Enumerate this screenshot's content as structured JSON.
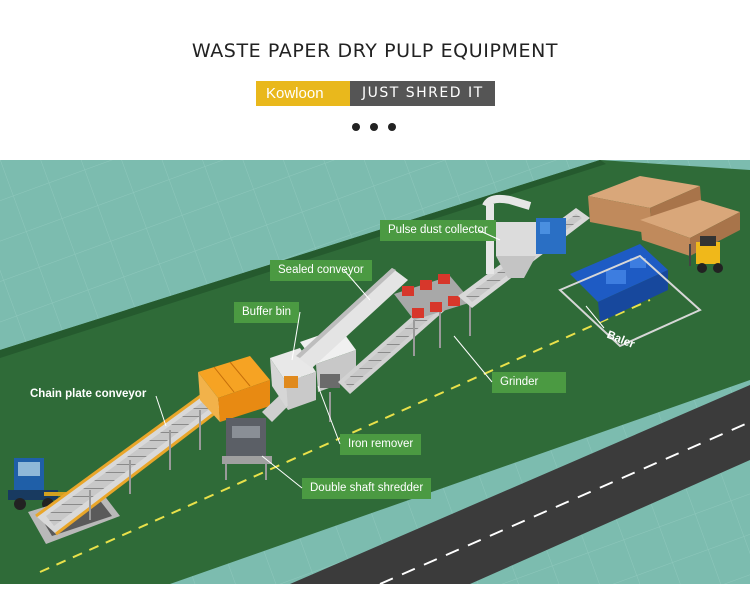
{
  "header": {
    "title": "WASTE PAPER DRY PULP EQUIPMENT",
    "brand": "Kowloon",
    "slogan": "JUST SHRED IT"
  },
  "colors": {
    "ground": "#6fb3a6",
    "floor": "#2f6b38",
    "road": "#3a3a3a",
    "machine_orange": "#f39a1c",
    "baler_blue": "#1e5bc4",
    "label_green": "#4b9a42",
    "brand_yellow": "#e9b81c"
  },
  "labels": {
    "chain_plate_conveyor": "Chain plate conveyor",
    "buffer_bin": "Buffer bin",
    "sealed_conveyor": "Sealed conveyor",
    "pulse_dust_collector": "Pulse dust collector",
    "baler": "Baler",
    "grinder": "Grinder",
    "iron_remover": "Iron remover",
    "double_shaft_shredder": "Double shaft shredder"
  }
}
